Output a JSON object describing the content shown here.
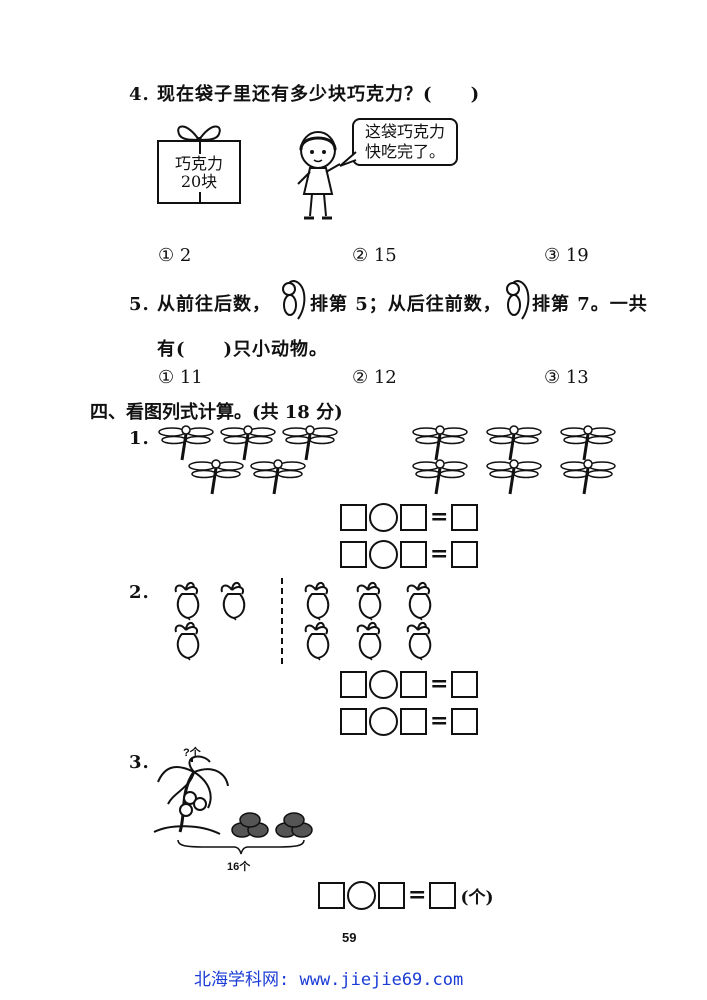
{
  "q4": {
    "text": "4. 现在袋子里还有多少块巧克力？(　　)",
    "box_line1": "巧克力",
    "box_line2": "20块",
    "bubble_line1": "这袋巧克力",
    "bubble_line2": "快吃完了。",
    "options": [
      "① 2",
      "② 15",
      "③ 19"
    ]
  },
  "q5": {
    "part1": "5. 从前往后数，",
    "part2": "排第 5；从后往前数，",
    "part3": "排第 7。一共",
    "line2": "有(　　)只小动物。",
    "options": [
      "① 11",
      "② 12",
      "③ 13"
    ]
  },
  "section4": {
    "title": "四、看图列式计算。(共 18 分)"
  },
  "p1": {
    "label": "1."
  },
  "p2": {
    "label": "2."
  },
  "p3": {
    "label": "3.",
    "question": "?个",
    "total": "16个",
    "unit": "(个)"
  },
  "page_number": "59",
  "footer": "北海学科网: www.jiejie69.com"
}
